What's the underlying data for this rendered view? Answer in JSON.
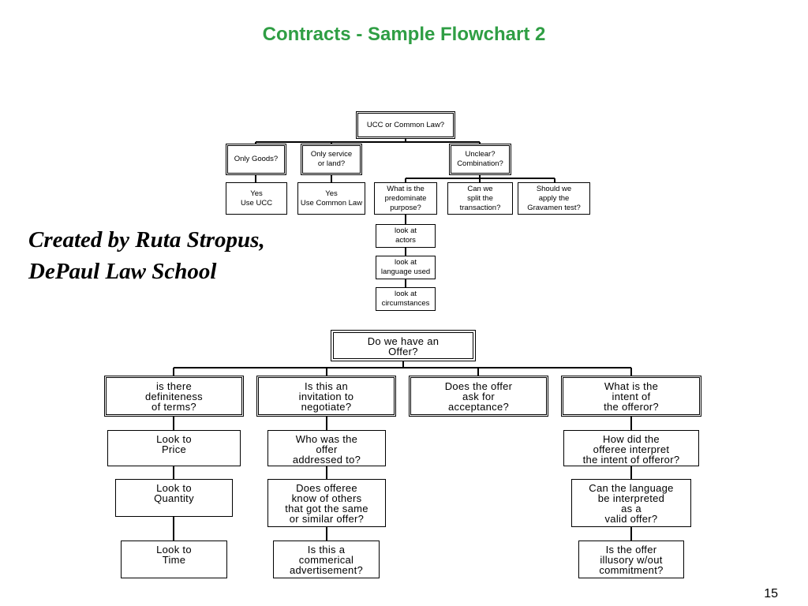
{
  "slide": {
    "title": "Contracts - Sample Flowchart 2",
    "credit_line1": "Created by Ruta Stropus,",
    "credit_line2": "DePaul Law School",
    "page_number": "15"
  },
  "colors": {
    "title": "#2f9e44",
    "text": "#000000",
    "lines": "#000000"
  },
  "chart1": {
    "root": "UCC or Common Law?",
    "branches": {
      "goods": "Only Goods?",
      "service": "Only service\nor land?",
      "unclear": "Unclear?\nCombination?"
    },
    "answers": {
      "ucc": "Yes\nUse UCC",
      "common_law": "Yes\nUse Common Law"
    },
    "tests": {
      "predominate": "What is the\npredominate\npurpose?",
      "split": "Can we\nsplit the\ntransaction?",
      "gravamen": "Should we\napply the\nGravamen test?"
    },
    "factors": {
      "actors": "look at\nactors",
      "language": "look at\nlanguage used",
      "circumstances": "look at\ncircumstances"
    }
  },
  "chart2": {
    "root": "Do we have an\nOffer?",
    "questions": {
      "definiteness": "is there\ndefiniteness\nof terms?",
      "invitation": "Is this an\ninvitation to\nnegotiate?",
      "acceptance": "Does the offer\nask for\nacceptance?",
      "intent": "What is the\nintent of\nthe offeror?"
    },
    "definiteness_items": {
      "price": "Look to\nPrice",
      "quantity": "Look to\nQuantity",
      "time": "Look to\nTime"
    },
    "invitation_items": {
      "addressed": "Who was the\noffer\naddressed to?",
      "others": "Does offeree\nknow of others\nthat got the same\nor similar offer?",
      "advertisement": "Is this a\ncommerical\nadvertisement?"
    },
    "intent_items": {
      "interpret": "How did the\nofferee interpret\nthe intent of offeror?",
      "language": "Can the language\nbe interpreted\nas a\nvalid offer?",
      "illusory": "Is the offer\nillusory w/out\ncommitment?"
    }
  }
}
